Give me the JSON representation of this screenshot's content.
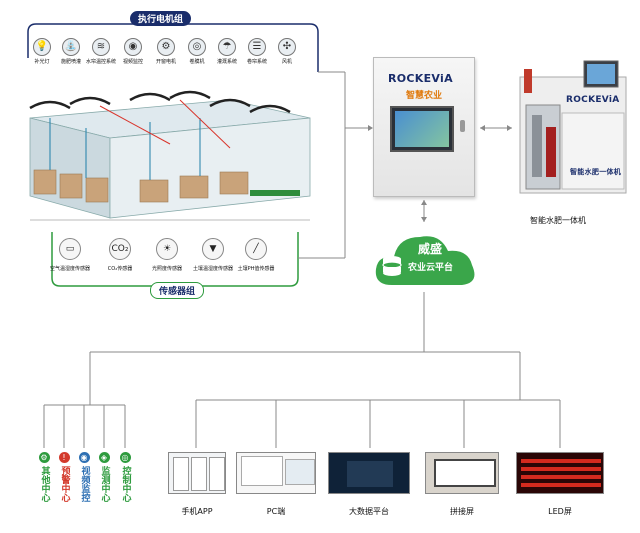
{
  "actuator_group": {
    "title": "执行电机组",
    "items": [
      {
        "label": "补光灯",
        "icon": "lamp-icon",
        "glyph": "💡"
      },
      {
        "label": "施肥喷灌",
        "icon": "sprinkler-icon",
        "glyph": "⛲"
      },
      {
        "label": "水帘温控系统",
        "icon": "water-curtain-icon",
        "glyph": "≋"
      },
      {
        "label": "视频监控",
        "icon": "camera-icon",
        "glyph": "◉"
      },
      {
        "label": "开窗电机",
        "icon": "window-motor-icon",
        "glyph": "⚙"
      },
      {
        "label": "卷膜机",
        "icon": "film-roller-icon",
        "glyph": "◎"
      },
      {
        "label": "灌溉系统",
        "icon": "irrigation-icon",
        "glyph": "☂"
      },
      {
        "label": "卷帘系统",
        "icon": "shutter-icon",
        "glyph": "☰"
      },
      {
        "label": "风机",
        "icon": "fan-icon",
        "glyph": "✣"
      }
    ]
  },
  "sensor_group": {
    "title": "传感器组",
    "items": [
      {
        "label": "空气温湿度传感器",
        "icon": "air-temp-humidity-sensor-icon",
        "glyph": "▭"
      },
      {
        "label": "CO₂传感器",
        "icon": "co2-sensor-icon",
        "glyph": "CO₂"
      },
      {
        "label": "光照度传感器",
        "icon": "light-sensor-icon",
        "glyph": "☀"
      },
      {
        "label": "土壤温湿度传感器",
        "icon": "soil-sensor-icon",
        "glyph": "▼"
      },
      {
        "label": "土壤PH值传感器",
        "icon": "soil-ph-sensor-icon",
        "glyph": "╱"
      }
    ]
  },
  "control_cabinet": {
    "brand": "ROCKEViA",
    "subtitle": "智慧农业"
  },
  "fertilizer_machine": {
    "brand": "ROCKEViA",
    "panel_text": "智能水肥一体机",
    "caption": "智能水肥一体机"
  },
  "cloud": {
    "line1": "威盛",
    "line2": "农业云平台"
  },
  "centers": [
    {
      "label": "其他中心",
      "icon": "gear-icon",
      "glyph": "⚙",
      "color": "#2e9b3e"
    },
    {
      "label": "预警中心",
      "icon": "alert-icon",
      "glyph": "!",
      "color": "#d33a2c"
    },
    {
      "label": "视频监控",
      "icon": "camera-icon",
      "glyph": "◉",
      "color": "#2d6fb3"
    },
    {
      "label": "监测中心",
      "icon": "monitor-icon",
      "glyph": "◈",
      "color": "#2e9b3e"
    },
    {
      "label": "控制中心",
      "icon": "control-icon",
      "glyph": "◎",
      "color": "#2e9b3e"
    }
  ],
  "platforms": [
    {
      "label": "手机APP",
      "icon": "mobile-app-icon"
    },
    {
      "label": "PC端",
      "icon": "pc-client-icon"
    },
    {
      "label": "大数据平台",
      "icon": "big-data-platform-icon"
    },
    {
      "label": "拼接屏",
      "icon": "video-wall-icon"
    },
    {
      "label": "LED屏",
      "icon": "led-screen-icon"
    }
  ],
  "colors": {
    "group_title_bg": "#1a2d6b",
    "cloud_green": "#3aa64a",
    "connector_gray": "#888888",
    "accent_orange": "#e07b10"
  }
}
